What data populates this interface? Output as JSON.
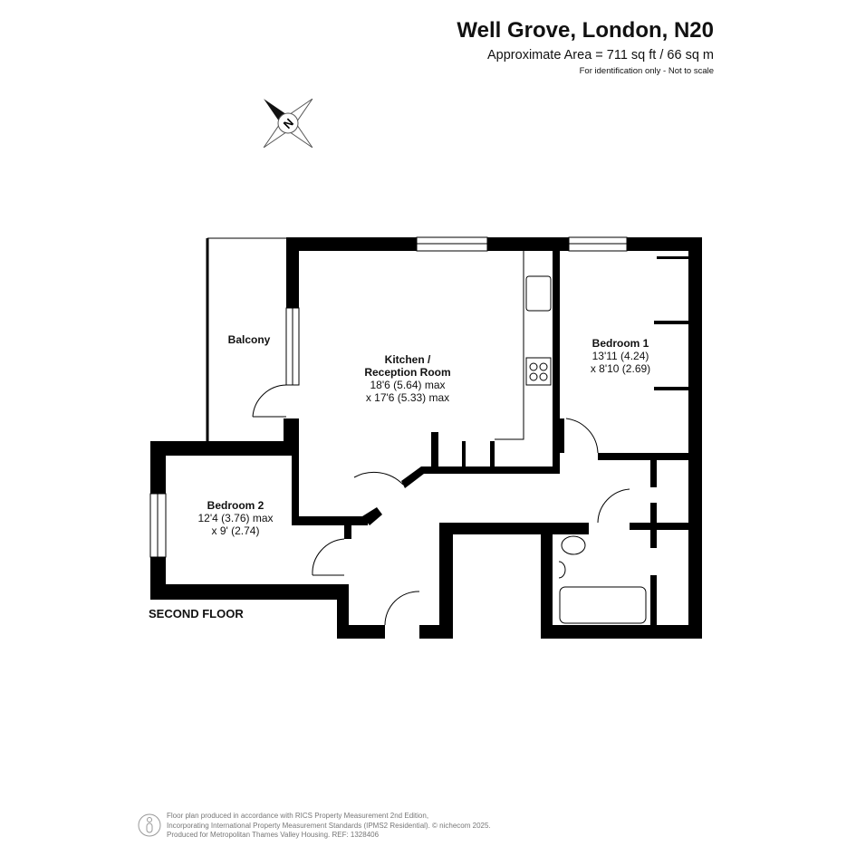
{
  "header": {
    "title": "Well Grove, London, N20",
    "area": "Approximate Area = 711 sq ft / 66 sq m",
    "note": "For identification only - Not to scale"
  },
  "compass": {
    "label": "N"
  },
  "rooms": {
    "balcony": {
      "name": "Balcony"
    },
    "kitchen": {
      "name1": "Kitchen /",
      "name2": "Reception Room",
      "dim1": "18'6 (5.64) max",
      "dim2": "x 17'6 (5.33) max"
    },
    "bedroom1": {
      "name": "Bedroom 1",
      "dim1": "13'11 (4.24)",
      "dim2": "x 8'10 (2.69)"
    },
    "bedroom2": {
      "name": "Bedroom 2",
      "dim1": "12'4 (3.76) max",
      "dim2": "x 9' (2.74)"
    }
  },
  "floor_label": "SECOND FLOOR",
  "footer": {
    "line1": "Floor plan produced in accordance with RICS Property Measurement 2nd Edition,",
    "line2": "Incorporating International Property Measurement Standards (IPMS2 Residential).   © nichecom 2025.",
    "line3": "Produced for Metropolitan Thames Valley Housing.   REF: 1328406"
  }
}
